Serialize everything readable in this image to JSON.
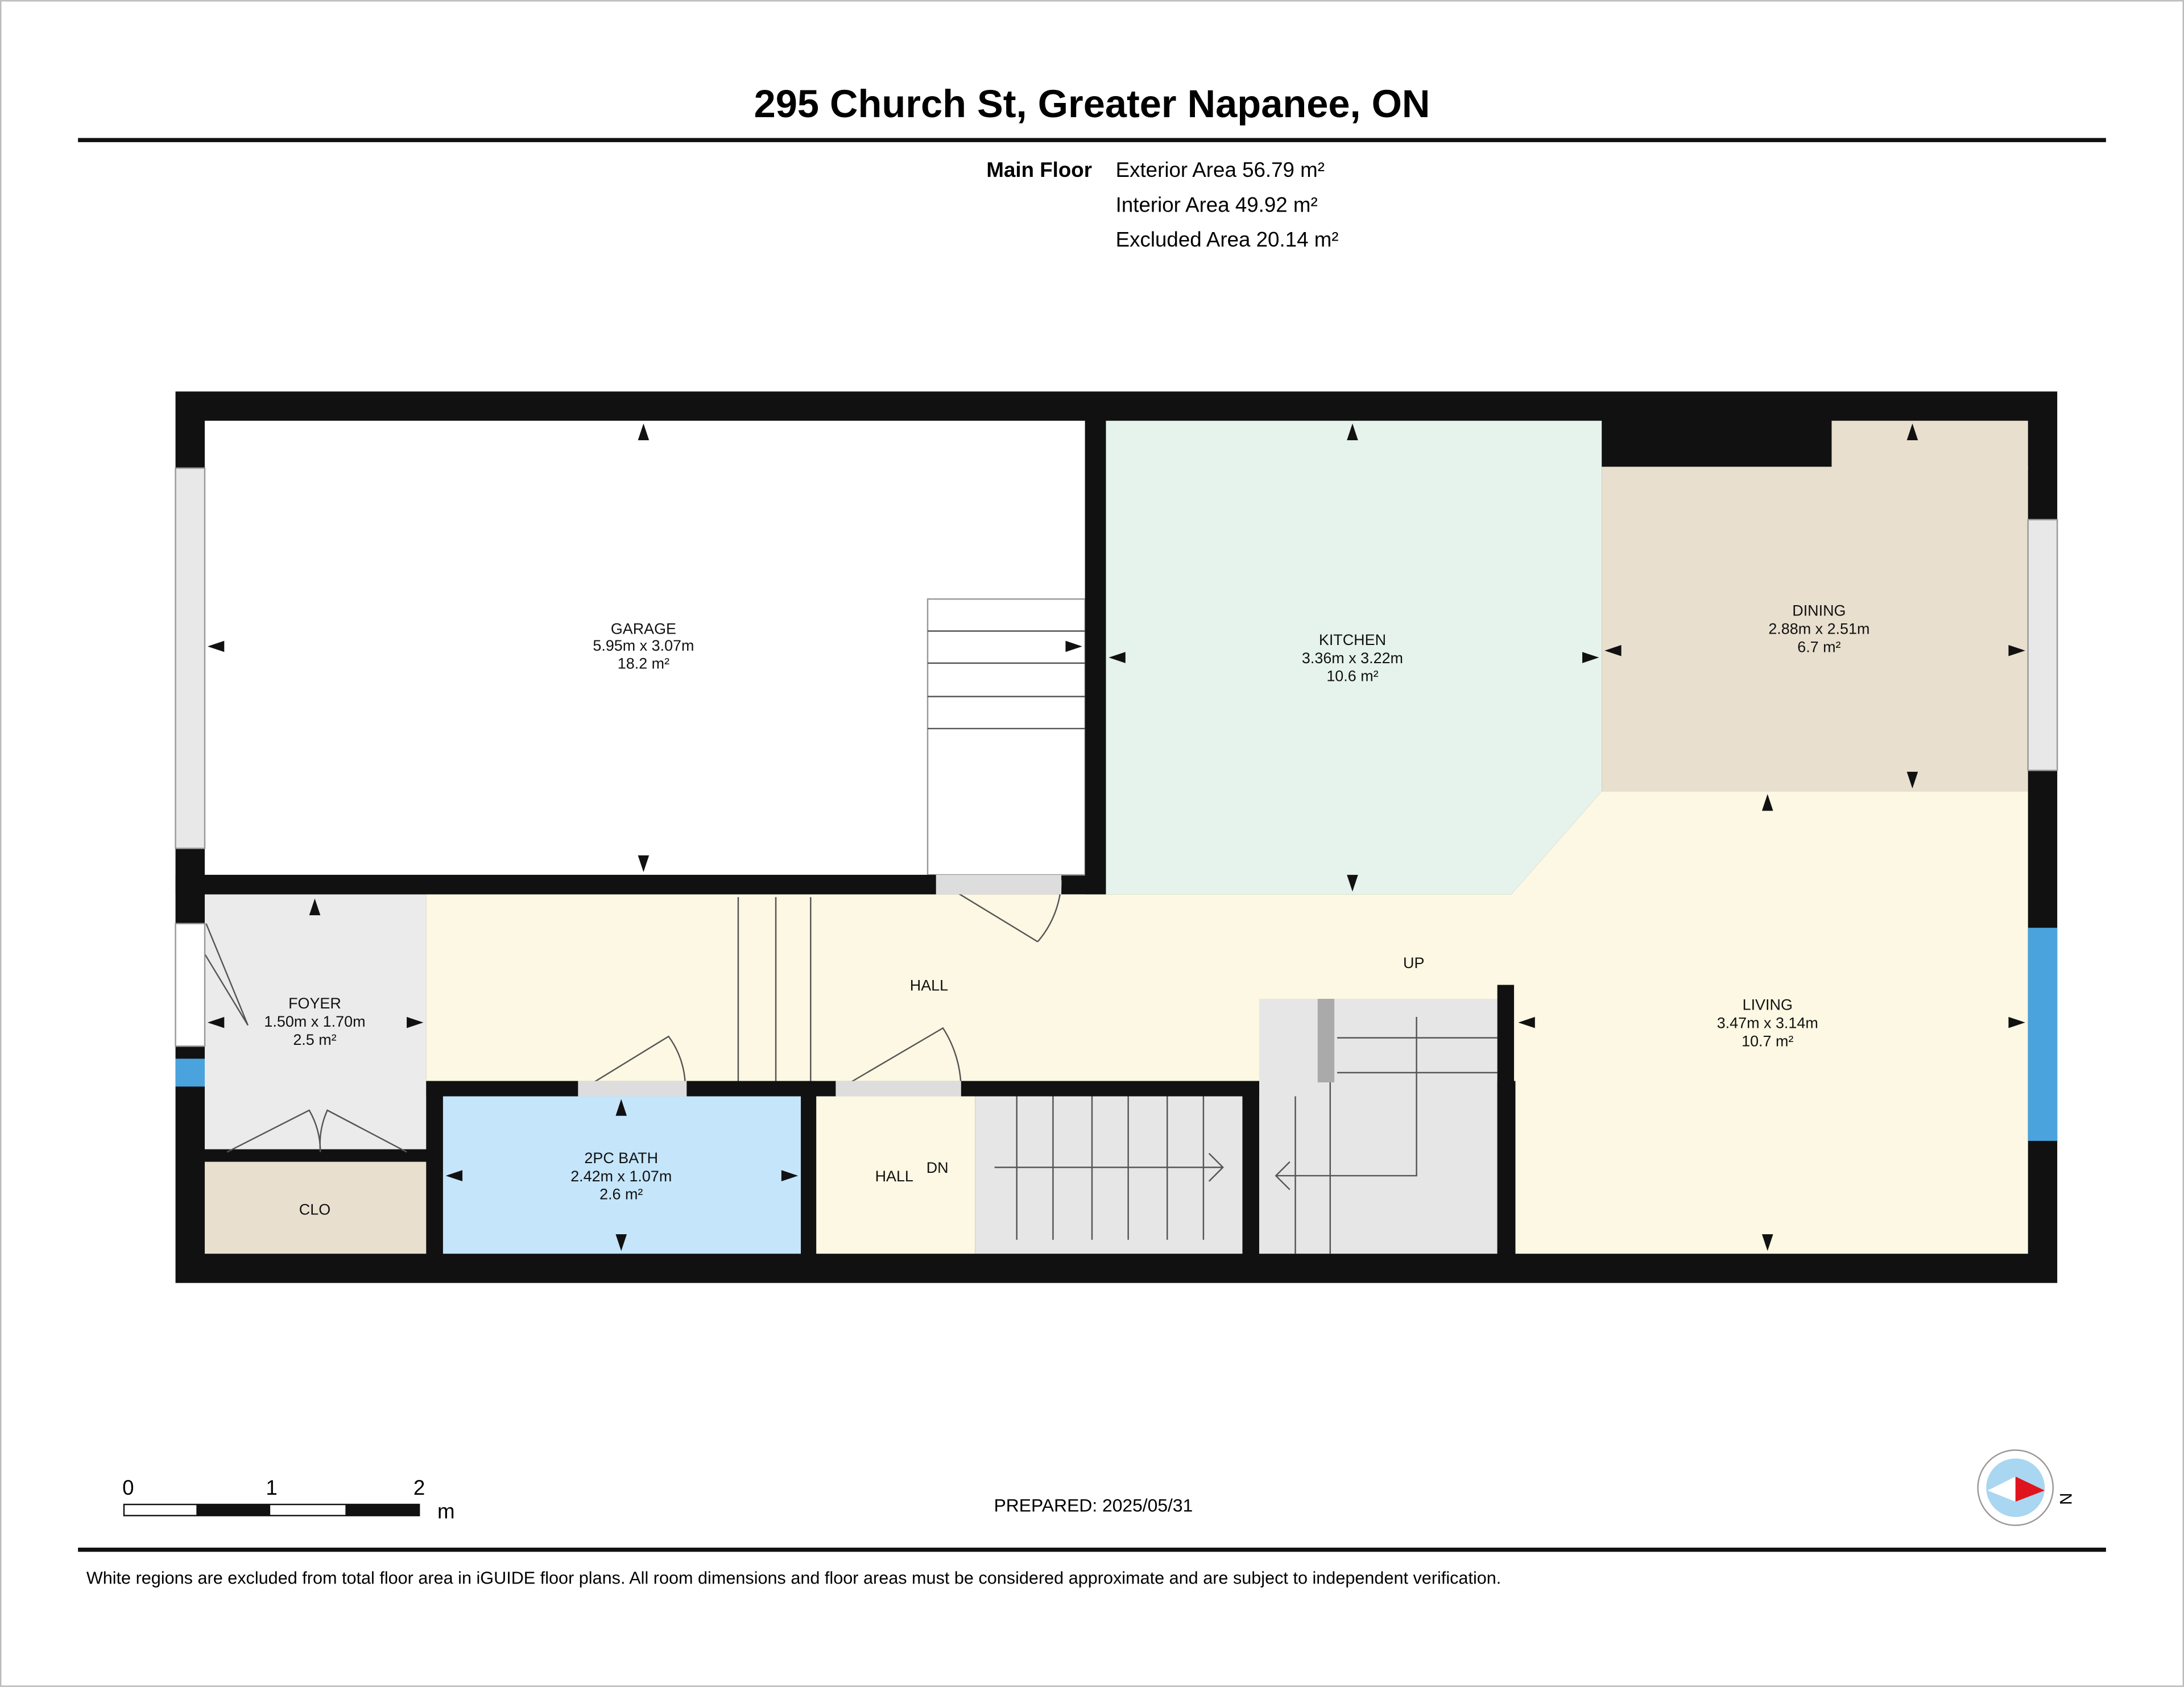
{
  "header": {
    "title": "295 Church St, Greater Napanee, ON"
  },
  "summary": {
    "floor_name": "Main Floor",
    "exterior": "Exterior Area 56.79 m²",
    "interior": "Interior Area 49.92 m²",
    "excluded": "Excluded Area 20.14 m²"
  },
  "rooms": {
    "garage": {
      "name": "GARAGE",
      "dims": "5.95m x 3.07m",
      "area": "18.2 m²",
      "color": "#ffffff"
    },
    "kitchen": {
      "name": "KITCHEN",
      "dims": "3.36m x 3.22m",
      "area": "10.6 m²",
      "color": "#e6f3ec"
    },
    "dining": {
      "name": "DINING",
      "dims": "2.88m x 2.51m",
      "area": "6.7 m²",
      "color": "#e8dfcf"
    },
    "living": {
      "name": "LIVING",
      "dims": "3.47m x 3.14m",
      "area": "10.7 m²",
      "color": "#fcf8e3"
    },
    "foyer": {
      "name": "FOYER",
      "dims": "1.50m x 1.70m",
      "area": "2.5 m²",
      "color": "#ebebeb"
    },
    "bath": {
      "name": "2PC BATH",
      "dims": "2.42m x 1.07m",
      "area": "2.6 m²",
      "color": "#c5e5fb"
    },
    "closet": {
      "name": "CLO",
      "color": "#e8dfcf"
    },
    "hall_upper": {
      "name": "HALL"
    },
    "hall_lower": {
      "name": "HALL"
    },
    "stairs_up": {
      "label": "UP"
    },
    "stairs_down": {
      "label": "DN"
    }
  },
  "scale_bar": {
    "ticks": [
      "0",
      "1",
      "2"
    ],
    "unit": "m"
  },
  "prepared": "PREPARED: 2025/05/31",
  "compass": {
    "label": "N"
  },
  "footer": {
    "disclaimer": "White regions are excluded from total floor area in iGUIDE floor plans. All room dimensions and floor areas must be considered approximate and are subject to independent verification."
  }
}
